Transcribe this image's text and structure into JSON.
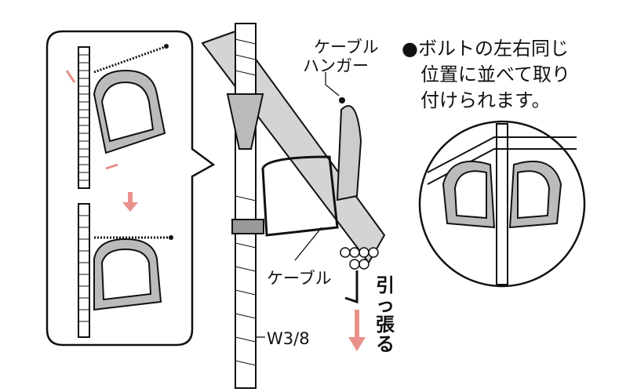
{
  "labels": {
    "cable_hanger_line1": "ケーブル",
    "cable_hanger_line2": "ハンガー",
    "cable": "ケーブル",
    "rod_size": "W3/8",
    "pull": [
      "引",
      "っ",
      "張",
      "る"
    ]
  },
  "note": {
    "bullet": "●",
    "lines": [
      "ボルトの左右同じ",
      "位置に並べて取り",
      "付けられます。"
    ]
  },
  "colors": {
    "arrow": "#e8918a",
    "line": "#111111",
    "fill_gray": "#9a9a9a"
  }
}
